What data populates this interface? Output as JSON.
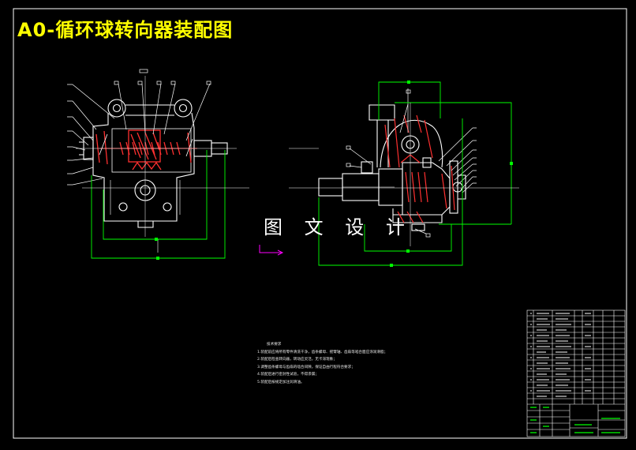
{
  "drawing": {
    "title": "A0-循环球转向器装配图",
    "watermark": "图 文 设 计"
  },
  "notes": {
    "heading": "技术要求",
    "lines": [
      "1.装配前应将所有零件清洗干净，齿条螺母、摇臂轴、齿扇等啮合面应涂润滑脂；",
      "2.装配后检查转向器，转动应灵活，无卡滞现象；",
      "3.调整齿条螺母与齿扇的啮合间隙，保证自由行程符合要求；",
      "4.装配后进行密封性试验，不得渗漏；",
      "5.装配后按规定加注润滑油。"
    ]
  },
  "colors": {
    "background": "#000000",
    "outline": "#ffffff",
    "dimension": "#00ff00",
    "title": "#ffff00",
    "section_hatch": "#ff3030",
    "arrow": "#ff00ff"
  }
}
